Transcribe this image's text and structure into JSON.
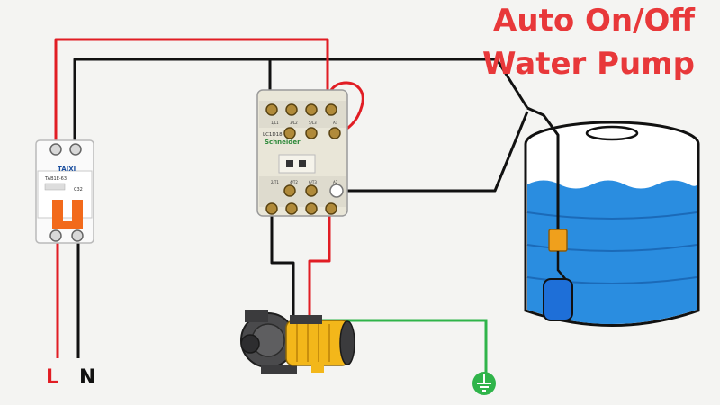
{
  "title": {
    "line1": "Auto On/Off",
    "line2": "Water Pump"
  },
  "terminals": {
    "line": "L",
    "neutral": "N"
  },
  "breaker": {
    "brand": "TAIXI",
    "model": "TAB1E-63",
    "rating": "C32"
  },
  "contactor": {
    "brand": "Schneider",
    "model": "LC1D18",
    "top_terminals": [
      "1/L1",
      "3/L2",
      "5/L3",
      "A1"
    ],
    "bottom_terminals": [
      "2/T1",
      "4/T2",
      "6/T3",
      "A2"
    ]
  },
  "colors": {
    "title": "#e8383a",
    "live_wire": "#e11d24",
    "neutral_wire": "#111111",
    "earth_wire": "#2fb44a",
    "water": "#2a8de0",
    "float_switch": "#f0a01c",
    "float_ball": "#1e6fd8",
    "pump_motor": "#f3b71a"
  },
  "icons": {
    "earth": "ground-icon",
    "pump": "water-pump-icon",
    "tank": "water-tank-icon",
    "float": "float-switch-icon"
  }
}
